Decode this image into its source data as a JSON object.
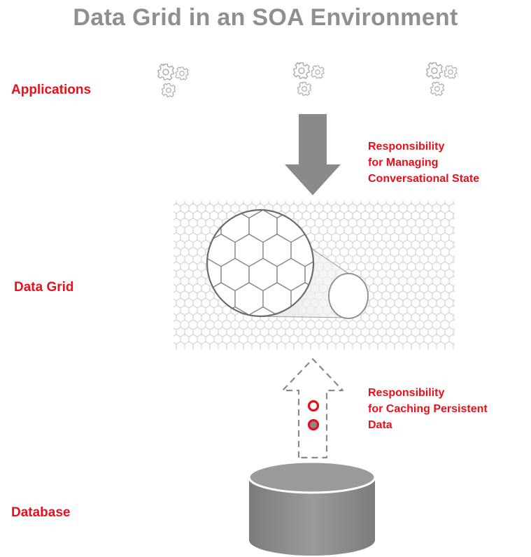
{
  "title": "Data Grid in an SOA Environment",
  "layers": {
    "applications": "Applications",
    "data_grid": "Data Grid",
    "database": "Database"
  },
  "responsibilities": {
    "conversational_state": [
      "Responsibility",
      "for Managing",
      "Conversational State"
    ],
    "persistent_data": [
      "Responsibility",
      "for Caching Persistent",
      "Data"
    ]
  },
  "colors": {
    "title_gray": "#8f8f8f",
    "label_red": "#e8101c",
    "shape_gray": "#8a8a8a",
    "outline_gray": "#a8a8a8"
  },
  "icons": [
    "gear-cluster-icon",
    "gear-cluster-icon",
    "gear-cluster-icon",
    "down-arrow-icon",
    "up-arrow-icon",
    "database-cylinder-icon"
  ]
}
